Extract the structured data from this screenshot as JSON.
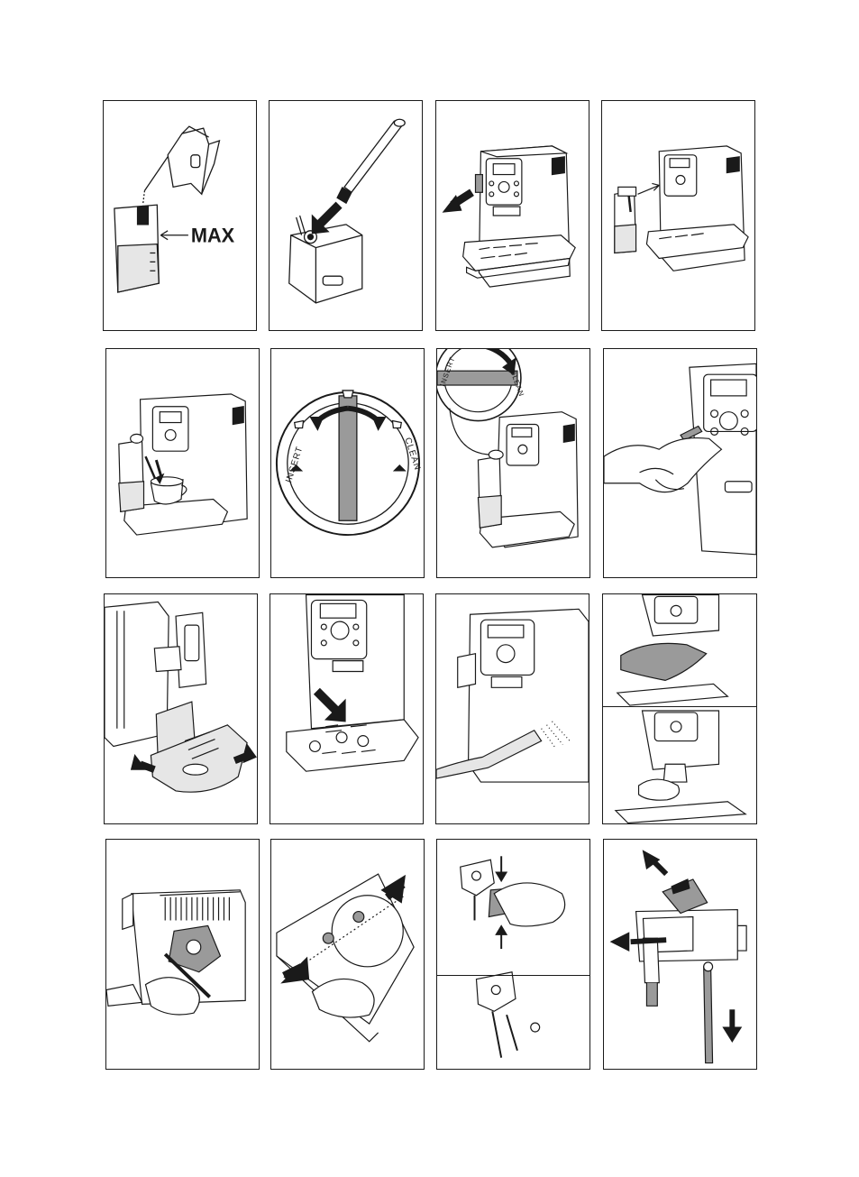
{
  "panels": {
    "p1": {
      "label": "MAX"
    },
    "p6": {
      "left_label": "INSERT",
      "right_label": "CLEAN"
    },
    "p7": {
      "left_label": "INSERT",
      "right_label": "CLEAN"
    }
  },
  "colors": {
    "stroke": "#1a1a1a",
    "grey": "#9a9a9a",
    "light": "#e6e6e6",
    "arrow": "#1a1a1a"
  }
}
